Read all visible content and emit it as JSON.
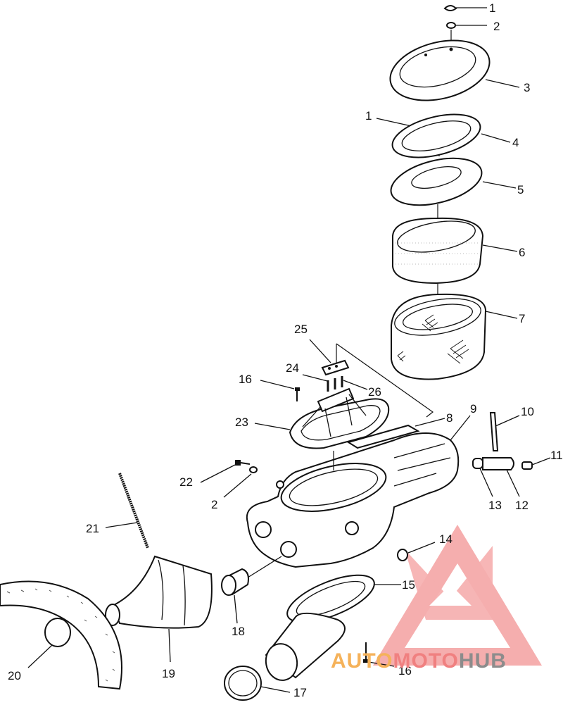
{
  "labels": {
    "l1a": "1",
    "l2a": "2",
    "l3": "3",
    "l1b": "1",
    "l4": "4",
    "l5": "5",
    "l6": "6",
    "l7": "7",
    "l25": "25",
    "l24": "24",
    "l26": "26",
    "l16a": "16",
    "l23": "23",
    "l8": "8",
    "l9": "9",
    "l10": "10",
    "l11": "11",
    "l22": "22",
    "l2b": "2",
    "l13": "13",
    "l12": "12",
    "l21": "21",
    "l14": "14",
    "l15": "15",
    "l18": "18",
    "l19": "19",
    "l20": "20",
    "l16b": "16",
    "l17": "17"
  },
  "watermark": {
    "part1": "AUTO",
    "part2": "MOTO",
    "part3": "HUB",
    "color_orange": "#f5b25a",
    "color_red": "#f08080",
    "color_grey": "#8c8c8c",
    "logo": "triangle-m-logo"
  }
}
